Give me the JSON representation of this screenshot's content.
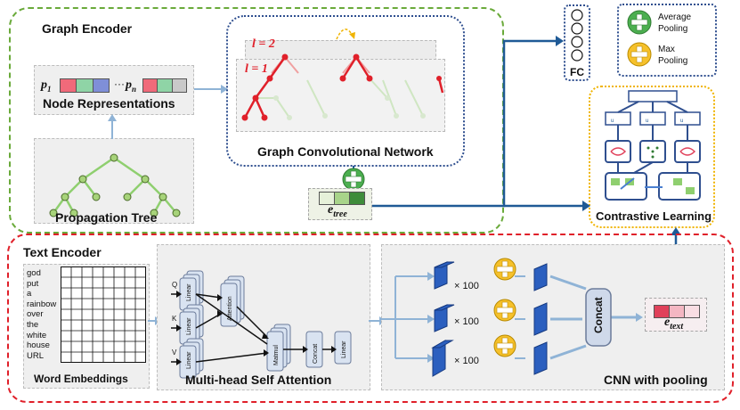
{
  "graph_encoder": {
    "title": "Graph Encoder",
    "node_representations": {
      "label": "Node Representations",
      "p1": "p",
      "p1_sub": "1",
      "ellipsis": "···",
      "pn": "p",
      "pn_sub": "n",
      "colors_p1": [
        "#f06a7a",
        "#8fd4a6",
        "#7f8fd8"
      ],
      "colors_pn": [
        "#f06a7a",
        "#8fd4a6",
        "#c9c9c9"
      ]
    },
    "propagation_tree": {
      "label": "Propagation Tree"
    },
    "gcn": {
      "label": "Graph Convolutional Network",
      "layer2": "l = 2",
      "layer1": "l = 1"
    },
    "e_tree": {
      "label": "e",
      "sub": "tree"
    }
  },
  "fc": {
    "label": "FC"
  },
  "legend": {
    "average_pooling": "Average Pooling",
    "max_pooling": "Max Pooling",
    "average_color": "#4caf50",
    "max_color": "#f6c12b"
  },
  "contrastive": {
    "label": "Contrastive Learning",
    "nodes": [
      "u",
      "u",
      "u"
    ]
  },
  "text_encoder": {
    "title": "Text Encoder",
    "words": [
      "god",
      "put",
      "a",
      "rainbow",
      "over",
      "the",
      "white",
      "house",
      "URL"
    ],
    "word_embeddings_label": "Word Embeddings",
    "attention": {
      "label": "Multi-head Self Attention",
      "q": "Q",
      "k": "K",
      "v": "V",
      "linear": "Linear",
      "attention": "Attention",
      "matmul": "Matmul",
      "concat": "Concat"
    },
    "cnn": {
      "label": "CNN with pooling",
      "multiplier": "× 100",
      "concat": "Concat"
    },
    "e_text": {
      "label": "e",
      "sub": "text"
    }
  },
  "colors": {
    "green_dashed": "#6aaa3a",
    "blue_dotted": "#2f4f8f",
    "red_dashed": "#e0202a",
    "yellow_dotted": "#f0b400",
    "arrow_blue": "#1f5a96",
    "cube_blue": "#2b5fbf"
  }
}
